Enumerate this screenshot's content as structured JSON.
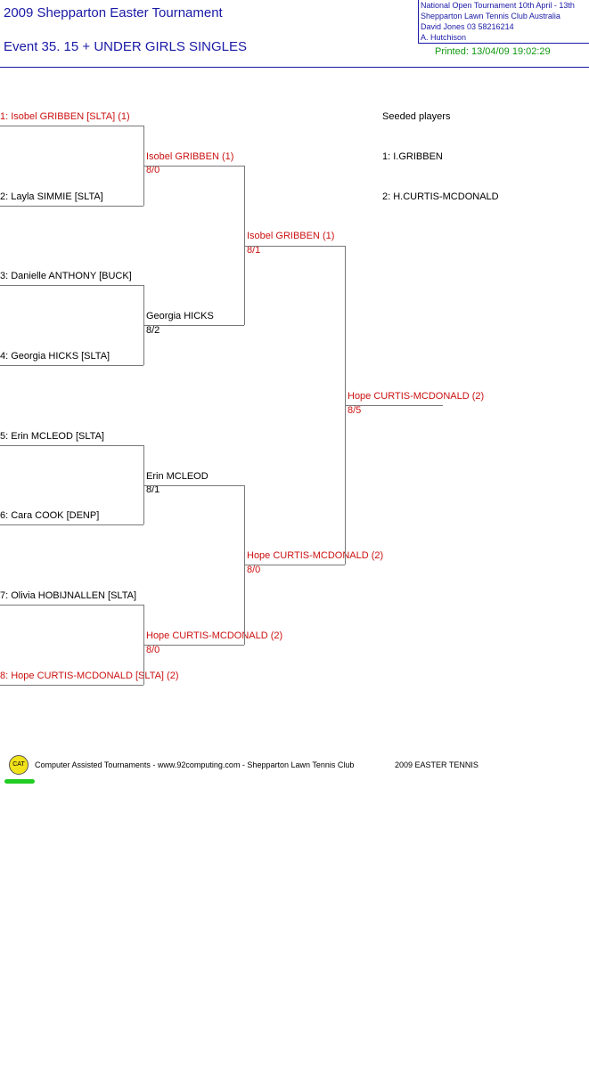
{
  "header": {
    "title": "2009 Shepparton Easter Tournament",
    "event": "Event 35. 15 + UNDER GIRLS SINGLES",
    "info_lines": [
      "National Open Tournament   10th April - 13th",
      "Shepparton Lawn Tennis Club    Australia",
      "David Jones    03 58216214",
      "A. Hutchison"
    ],
    "printed": "Printed: 13/04/09 19:02:29"
  },
  "round1": [
    "1: Isobel GRIBBEN [SLTA] (1)",
    "2: Layla SIMMIE [SLTA]",
    "3: Danielle ANTHONY [BUCK]",
    "4: Georgia HICKS [SLTA]",
    "5: Erin MCLEOD [SLTA]",
    "6: Cara COOK [DENP]",
    "7: Olivia HOBIJNALLEN [SLTA]",
    "8: Hope CURTIS-MCDONALD [SLTA] (2)"
  ],
  "round2": [
    {
      "name": "Isobel GRIBBEN (1)",
      "score": "8/0"
    },
    {
      "name": "Georgia HICKS",
      "score": "8/2"
    },
    {
      "name": "Erin MCLEOD",
      "score": "8/1"
    },
    {
      "name": "Hope CURTIS-MCDONALD (2)",
      "score": "8/0"
    }
  ],
  "semis": [
    {
      "name": "Isobel GRIBBEN (1)",
      "score": "8/1"
    },
    {
      "name": "Hope CURTIS-MCDONALD (2)",
      "score": "8/0"
    }
  ],
  "final": {
    "name": "Hope CURTIS-MCDONALD (2)",
    "score": "8/5"
  },
  "seeds": {
    "heading": "Seeded players",
    "items": [
      "1: I.GRIBBEN",
      "2: H.CURTIS-MCDONALD"
    ]
  },
  "footer": {
    "logo": "CAT",
    "text": "Computer Assisted Tournaments - www.92computing.com -  Shepparton Lawn Tennis Club",
    "right": "2009 EASTER TENNIS"
  },
  "colors": {
    "title": "#1a1aa6",
    "seeded": "#cc1111",
    "printed": "#119911"
  }
}
